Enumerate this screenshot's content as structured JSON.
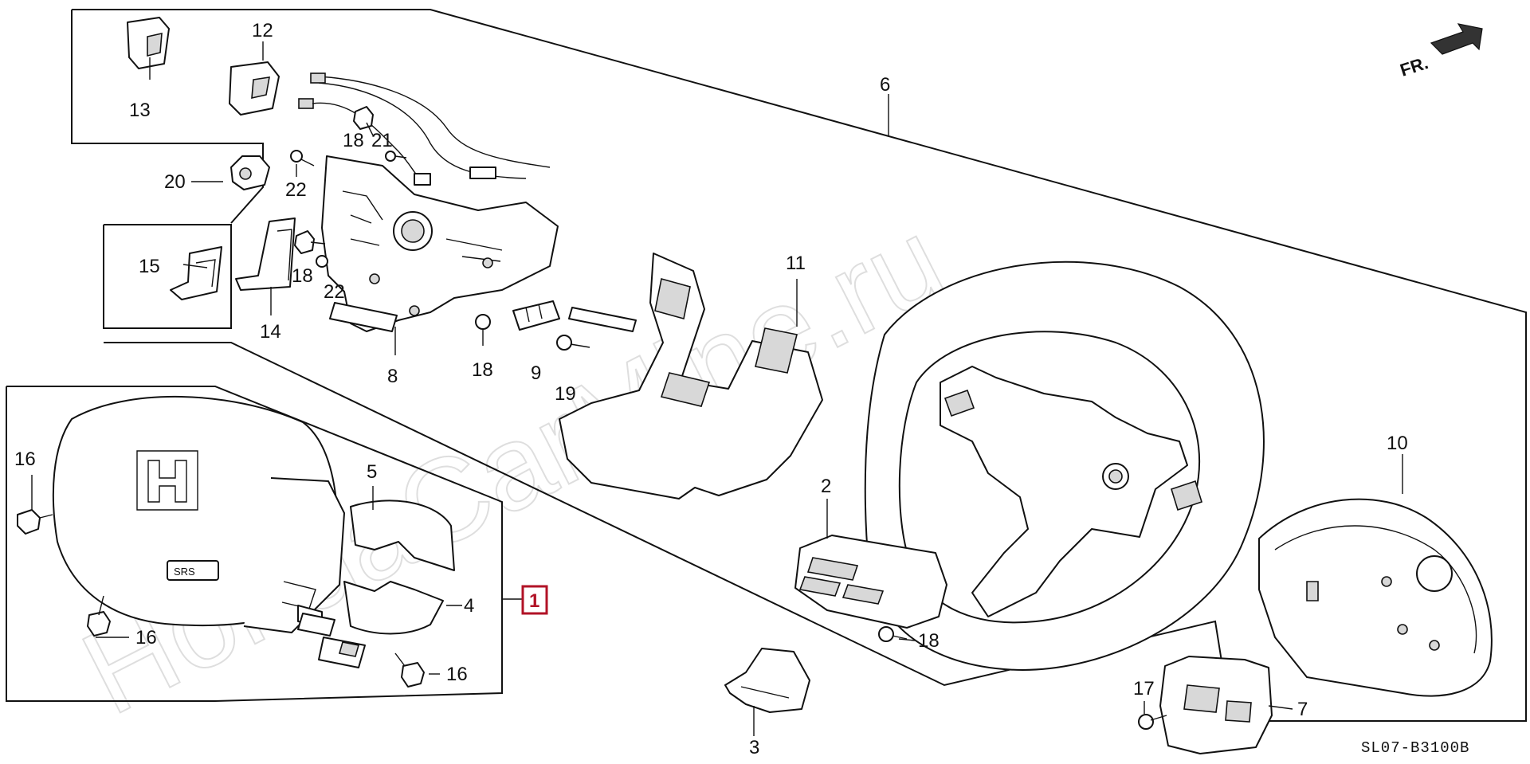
{
  "watermark": "HondaCarMine.ru",
  "direction_indicator": "FR.",
  "reference_code": "SL07-B3100B",
  "highlighted_part": "1",
  "callouts": {
    "c2": "2",
    "c3": "3",
    "c4": "4",
    "c5": "5",
    "c6": "6",
    "c7": "7",
    "c8": "8",
    "c9": "9",
    "c10": "10",
    "c11": "11",
    "c12": "12",
    "c13": "13",
    "c14": "14",
    "c15": "15",
    "c16a": "16",
    "c16b": "16",
    "c16c": "16",
    "c17": "17",
    "c18a": "18",
    "c18b": "18",
    "c18c": "18",
    "c18d": "18",
    "c19": "19",
    "c20": "20",
    "c21": "21",
    "c22a": "22",
    "c22b": "22"
  },
  "colors": {
    "line": "#111111",
    "highlight": "#b11226",
    "watermark": "#d4d4d4"
  }
}
